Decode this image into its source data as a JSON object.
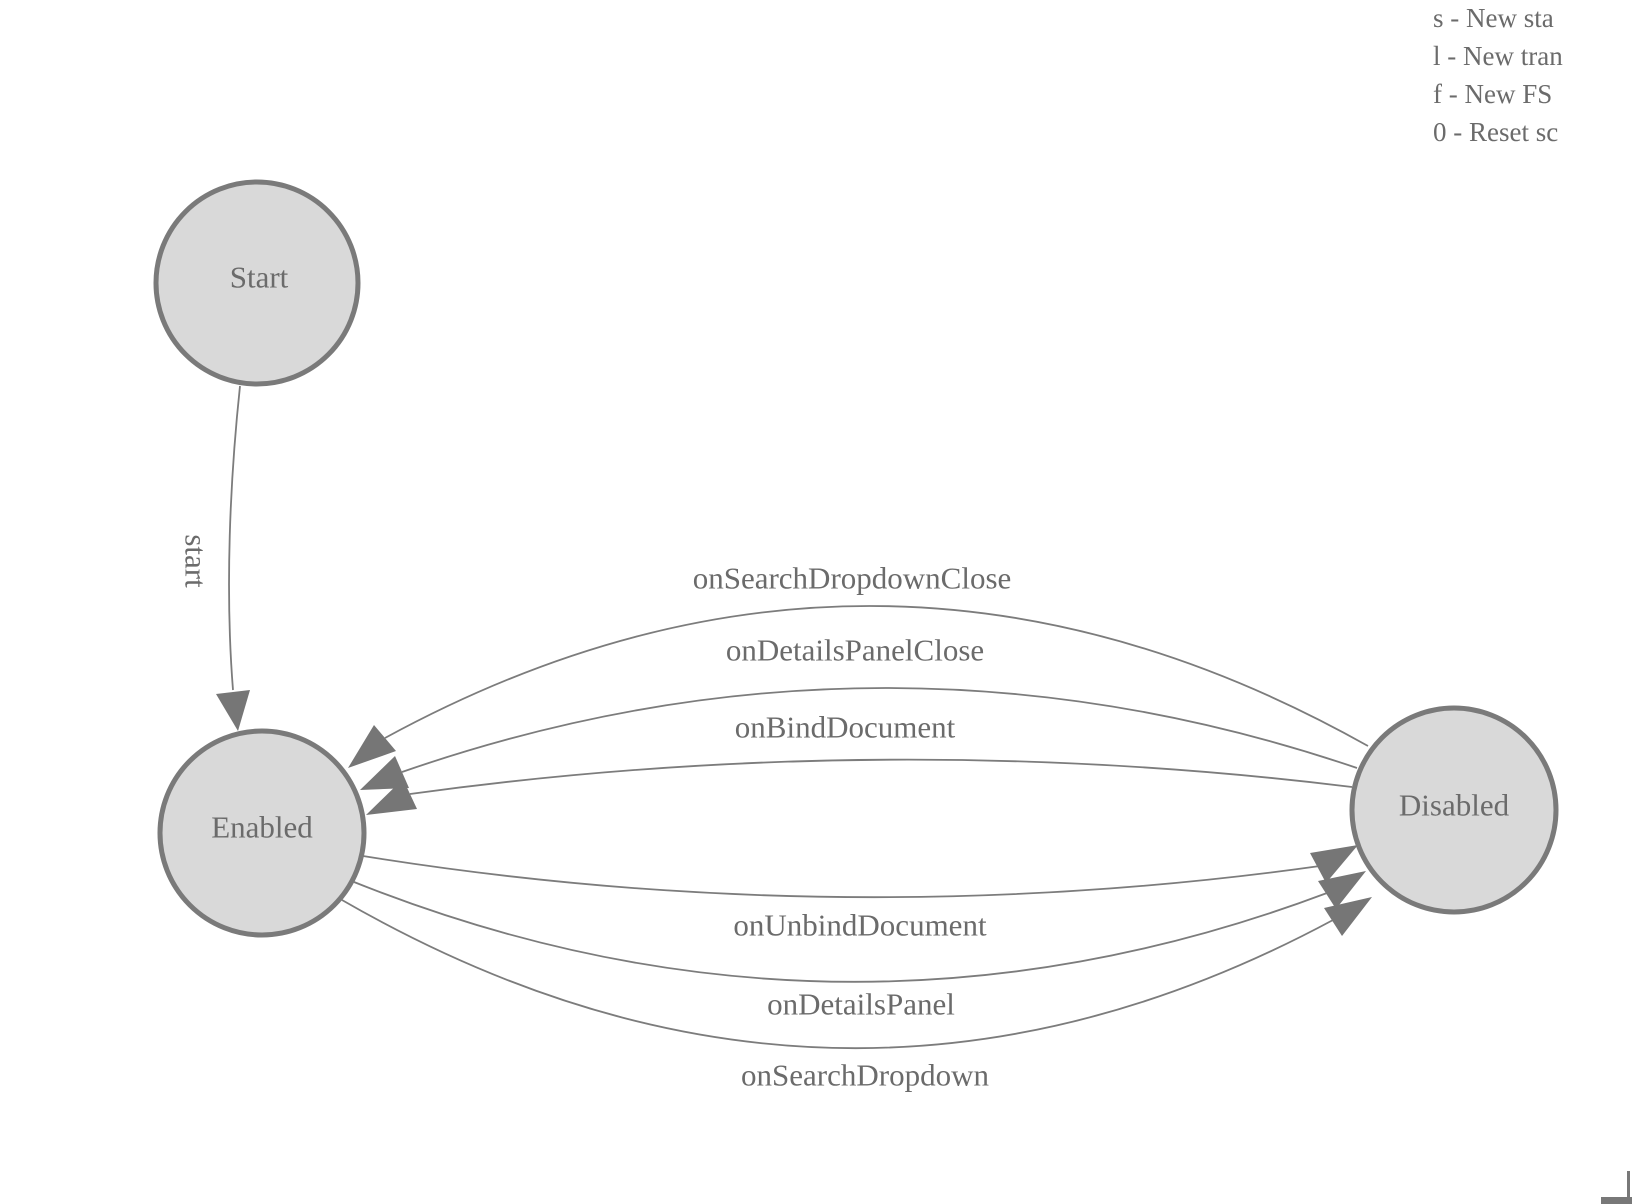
{
  "diagram": {
    "type": "finite-state-machine",
    "nodes": [
      {
        "id": "start",
        "label": "Start"
      },
      {
        "id": "enabled",
        "label": "Enabled"
      },
      {
        "id": "disabled",
        "label": "Disabled"
      }
    ],
    "edges": [
      {
        "from": "Start",
        "to": "Enabled",
        "label": "start"
      },
      {
        "from": "Disabled",
        "to": "Enabled",
        "label": "onSearchDropdownClose"
      },
      {
        "from": "Disabled",
        "to": "Enabled",
        "label": "onDetailsPanelClose"
      },
      {
        "from": "Disabled",
        "to": "Enabled",
        "label": "onBindDocument"
      },
      {
        "from": "Enabled",
        "to": "Disabled",
        "label": "onUnbindDocument"
      },
      {
        "from": "Enabled",
        "to": "Disabled",
        "label": "onDetailsPanel"
      },
      {
        "from": "Enabled",
        "to": "Disabled",
        "label": "onSearchDropdown"
      }
    ]
  },
  "legend": {
    "lines": [
      "s - New sta",
      "l - New tran",
      "f - New FS",
      "0 - Reset sc"
    ]
  },
  "colors": {
    "node_fill": "#d9d9d9",
    "node_stroke": "#7a7a7a",
    "edge_stroke": "#7c7c7c",
    "arrow_fill": "#767676",
    "text": "#6b6b6b",
    "background": "#ffffff"
  }
}
